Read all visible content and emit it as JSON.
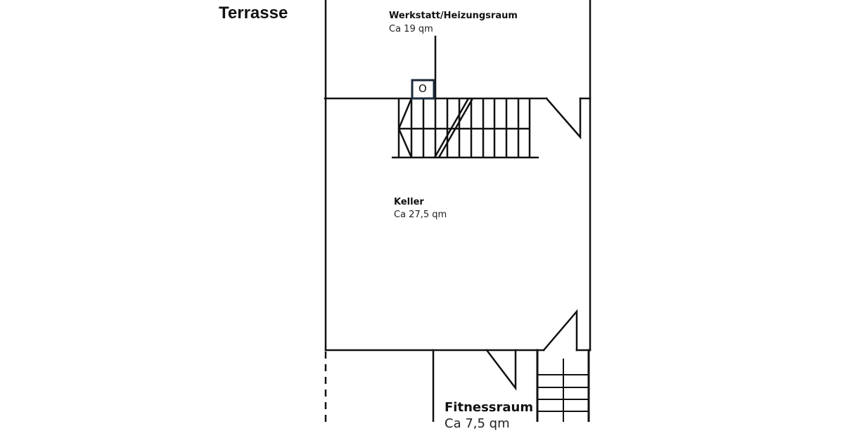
{
  "plan": {
    "outside": {
      "terrasse_label": "Terrasse"
    },
    "rooms": {
      "werkstatt": {
        "name": "Werkstatt/Heizungsraum",
        "area": "Ca 19 qm"
      },
      "keller": {
        "name": "Keller",
        "area": "Ca 27,5 qm"
      },
      "fitness": {
        "name": "Fitnessraum",
        "area": "Ca 7,5 qm"
      }
    },
    "fixtures": {
      "heater_symbol": "O"
    },
    "colors": {
      "wall": "#111111",
      "heater_box": "#1a2a3a",
      "background": "#ffffff"
    }
  }
}
